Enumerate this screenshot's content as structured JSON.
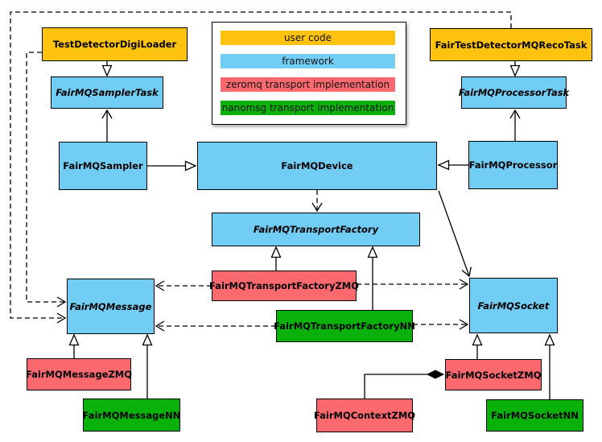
{
  "diagram": {
    "kind": "UML class diagram",
    "subject": "FairMQ framework transport classes"
  },
  "colors": {
    "user_code": "#FFC20E",
    "framework": "#72CDF4",
    "zeromq": "#F9696E",
    "nanomsg": "#0BB10B",
    "outline": "#000000",
    "background": "#FFFFFF"
  },
  "legend": {
    "items": [
      {
        "label": "user code",
        "color_key": "user_code"
      },
      {
        "label": "framework",
        "color_key": "framework"
      },
      {
        "label": "zeromq transport implementation",
        "color_key": "zeromq"
      },
      {
        "label": "nanomsg transport implementation",
        "color_key": "nanomsg"
      }
    ]
  },
  "nodes": {
    "test_detector_digi_loader": {
      "label": "TestDetectorDigiLoader",
      "category": "user_code",
      "abstract": false
    },
    "fair_test_detector_mq_reco_task": {
      "label": "FairTestDetectorMQRecoTask",
      "category": "user_code",
      "abstract": false
    },
    "fairmq_sampler_task": {
      "label": "FairMQSamplerTask",
      "category": "framework",
      "abstract": true
    },
    "fairmq_processor_task": {
      "label": "FairMQProcessorTask",
      "category": "framework",
      "abstract": true
    },
    "fairmq_sampler": {
      "label": "FairMQSampler",
      "category": "framework",
      "abstract": false
    },
    "fairmq_device": {
      "label": "FairMQDevice",
      "category": "framework",
      "abstract": false
    },
    "fairmq_processor": {
      "label": "FairMQProcessor",
      "category": "framework",
      "abstract": false
    },
    "fairmq_transport_factory": {
      "label": "FairMQTransportFactory",
      "category": "framework",
      "abstract": true
    },
    "fairmq_transport_factory_zmq": {
      "label": "FairMQTransportFactoryZMQ",
      "category": "zeromq",
      "abstract": false
    },
    "fairmq_transport_factory_nn": {
      "label": "FairMQTransportFactoryNN",
      "category": "nanomsg",
      "abstract": false
    },
    "fairmq_message": {
      "label": "FairMQMessage",
      "category": "framework",
      "abstract": true
    },
    "fairmq_socket": {
      "label": "FairMQSocket",
      "category": "framework",
      "abstract": true
    },
    "fairmq_message_zmq": {
      "label": "FairMQMessageZMQ",
      "category": "zeromq",
      "abstract": false
    },
    "fairmq_message_nn": {
      "label": "FairMQMessageNN",
      "category": "nanomsg",
      "abstract": false
    },
    "fairmq_socket_zmq": {
      "label": "FairMQSocketZMQ",
      "category": "zeromq",
      "abstract": false
    },
    "fairmq_socket_nn": {
      "label": "FairMQSocketNN",
      "category": "nanomsg",
      "abstract": false
    },
    "fairmq_context_zmq": {
      "label": "FairMQContextZMQ",
      "category": "zeromq",
      "abstract": false
    }
  },
  "edges": [
    {
      "from": "TestDetectorDigiLoader",
      "to": "FairMQSamplerTask",
      "type": "inheritance"
    },
    {
      "from": "FairTestDetectorMQRecoTask",
      "to": "FairMQProcessorTask",
      "type": "inheritance"
    },
    {
      "from": "FairMQSampler",
      "to": "FairMQSamplerTask",
      "type": "association-open-arrow"
    },
    {
      "from": "FairMQProcessor",
      "to": "FairMQProcessorTask",
      "type": "association-open-arrow"
    },
    {
      "from": "FairMQSampler",
      "to": "FairMQDevice",
      "type": "inheritance"
    },
    {
      "from": "FairMQProcessor",
      "to": "FairMQDevice",
      "type": "inheritance"
    },
    {
      "from": "FairMQDevice",
      "to": "FairMQTransportFactory",
      "type": "dependency-dashed"
    },
    {
      "from": "FairMQDevice",
      "to": "FairMQSocket",
      "type": "association-open-arrow"
    },
    {
      "from": "FairMQTransportFactoryZMQ",
      "to": "FairMQTransportFactory",
      "type": "inheritance"
    },
    {
      "from": "FairMQTransportFactoryNN",
      "to": "FairMQTransportFactory",
      "type": "inheritance"
    },
    {
      "from": "FairMQTransportFactoryZMQ",
      "to": "FairMQMessage",
      "type": "dependency-dashed"
    },
    {
      "from": "FairMQTransportFactoryZMQ",
      "to": "FairMQSocket",
      "type": "dependency-dashed"
    },
    {
      "from": "FairMQTransportFactoryNN",
      "to": "FairMQMessage",
      "type": "dependency-dashed"
    },
    {
      "from": "FairMQTransportFactoryNN",
      "to": "FairMQSocket",
      "type": "dependency-dashed"
    },
    {
      "from": "TestDetectorDigiLoader",
      "to": "FairMQMessage",
      "type": "dependency-dashed"
    },
    {
      "from": "FairTestDetectorMQRecoTask",
      "to": "FairMQMessage",
      "type": "dependency-dashed"
    },
    {
      "from": "FairMQMessageZMQ",
      "to": "FairMQMessage",
      "type": "inheritance"
    },
    {
      "from": "FairMQMessageNN",
      "to": "FairMQMessage",
      "type": "inheritance"
    },
    {
      "from": "FairMQSocketZMQ",
      "to": "FairMQSocket",
      "type": "inheritance"
    },
    {
      "from": "FairMQSocketNN",
      "to": "FairMQSocket",
      "type": "inheritance"
    },
    {
      "from": "FairMQContextZMQ",
      "to": "FairMQSocketZMQ",
      "type": "composition-diamond"
    }
  ]
}
